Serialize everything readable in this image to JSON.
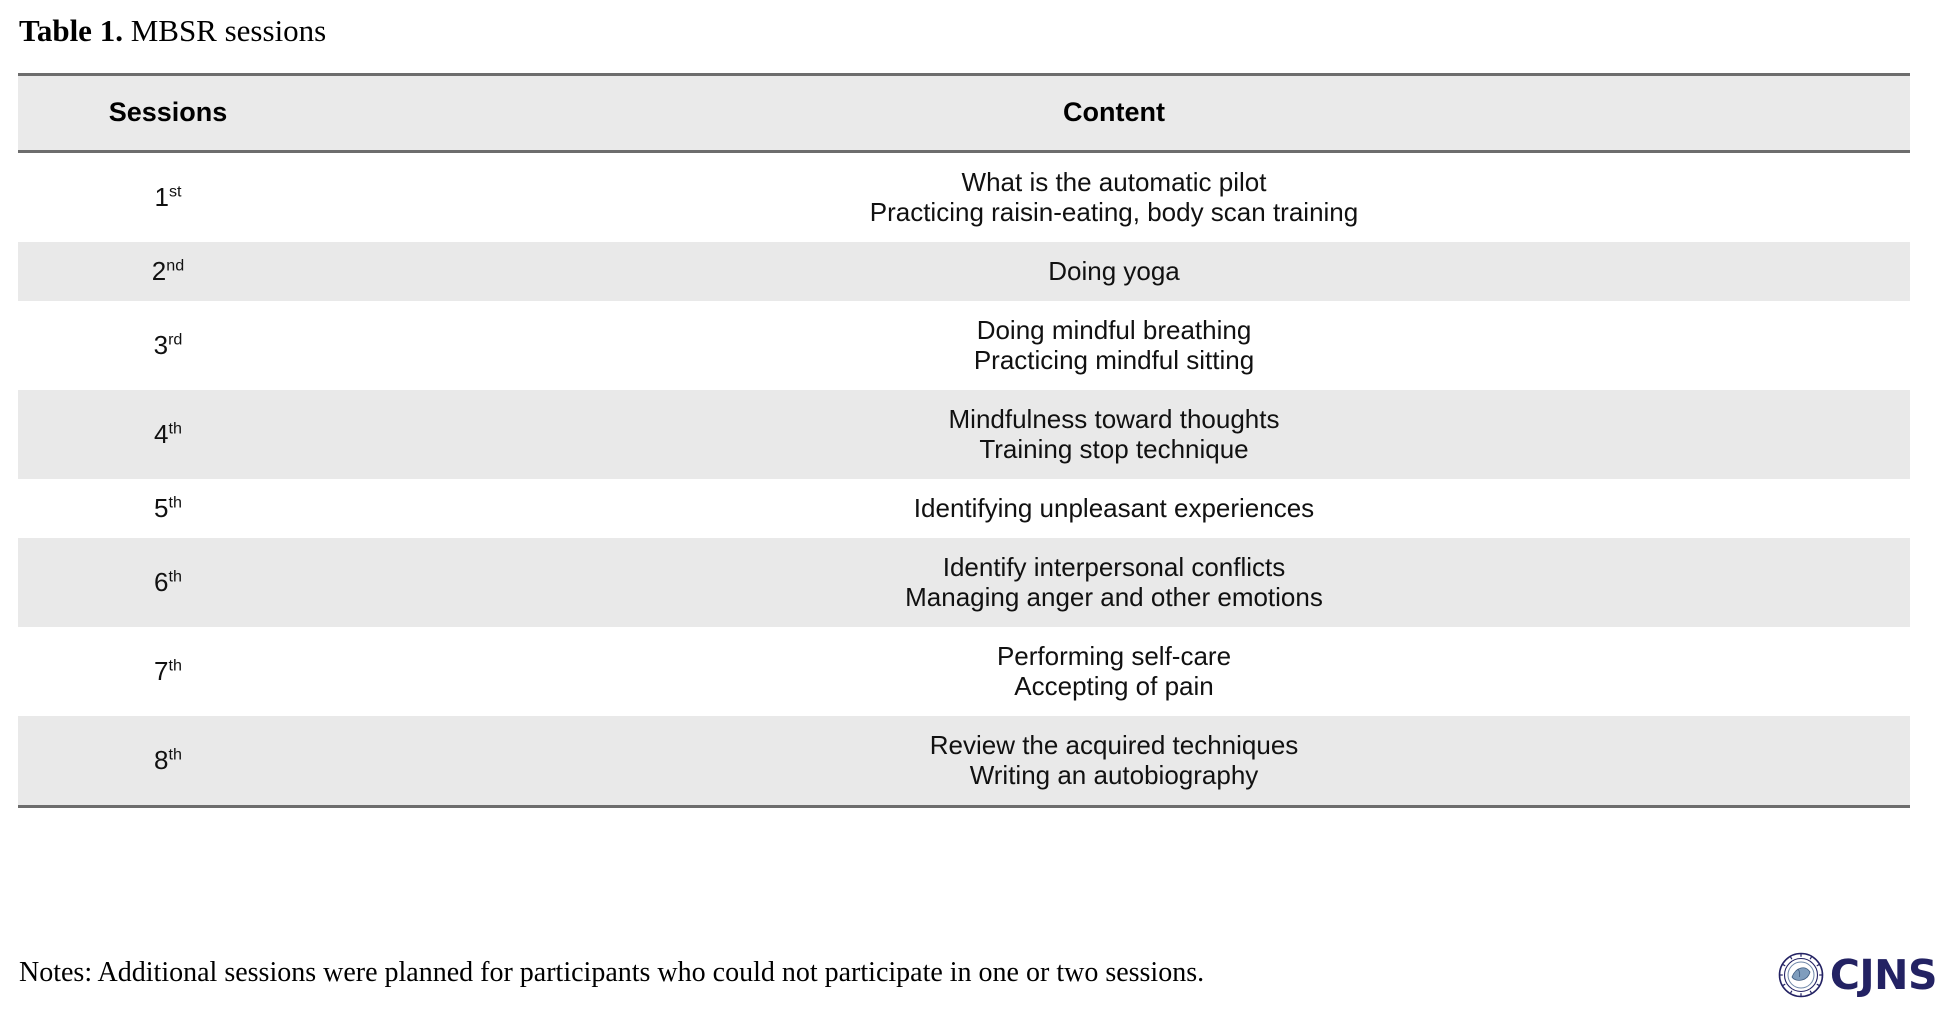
{
  "caption": {
    "label": "Table 1.",
    "text": " MBSR sessions"
  },
  "table": {
    "columns": [
      "Sessions",
      "Content"
    ],
    "rows": [
      {
        "session_number": "1",
        "session_suffix": "st",
        "content_lines": [
          "What is the automatic pilot",
          "Practicing raisin-eating, body scan training"
        ]
      },
      {
        "session_number": "2",
        "session_suffix": "nd",
        "content_lines": [
          "Doing yoga"
        ]
      },
      {
        "session_number": "3",
        "session_suffix": "rd",
        "content_lines": [
          "Doing mindful breathing",
          "Practicing mindful sitting"
        ]
      },
      {
        "session_number": "4",
        "session_suffix": "th",
        "content_lines": [
          "Mindfulness toward thoughts",
          "Training stop technique"
        ]
      },
      {
        "session_number": "5",
        "session_suffix": "th",
        "content_lines": [
          "Identifying unpleasant experiences"
        ]
      },
      {
        "session_number": "6",
        "session_suffix": "th",
        "content_lines": [
          "Identify interpersonal conflicts",
          "Managing anger and other emotions"
        ]
      },
      {
        "session_number": "7",
        "session_suffix": "th",
        "content_lines": [
          "Performing self-care",
          "Accepting of pain"
        ]
      },
      {
        "session_number": "8",
        "session_suffix": "th",
        "content_lines": [
          "Review the acquired techniques",
          "Writing an autobiography"
        ]
      }
    ]
  },
  "notes": "Notes: Additional sessions were planned for participants who could not participate in one or two sessions.",
  "logo": {
    "wordmark": "CJNS",
    "seal_icon": "circular-seal-icon",
    "color": "#232263"
  },
  "colors": {
    "header_background": "#eaeaea",
    "row_shade": "#e9e9e9",
    "row_plain": "#ffffff",
    "rule": "#6d6d6d",
    "text": "#000000"
  }
}
